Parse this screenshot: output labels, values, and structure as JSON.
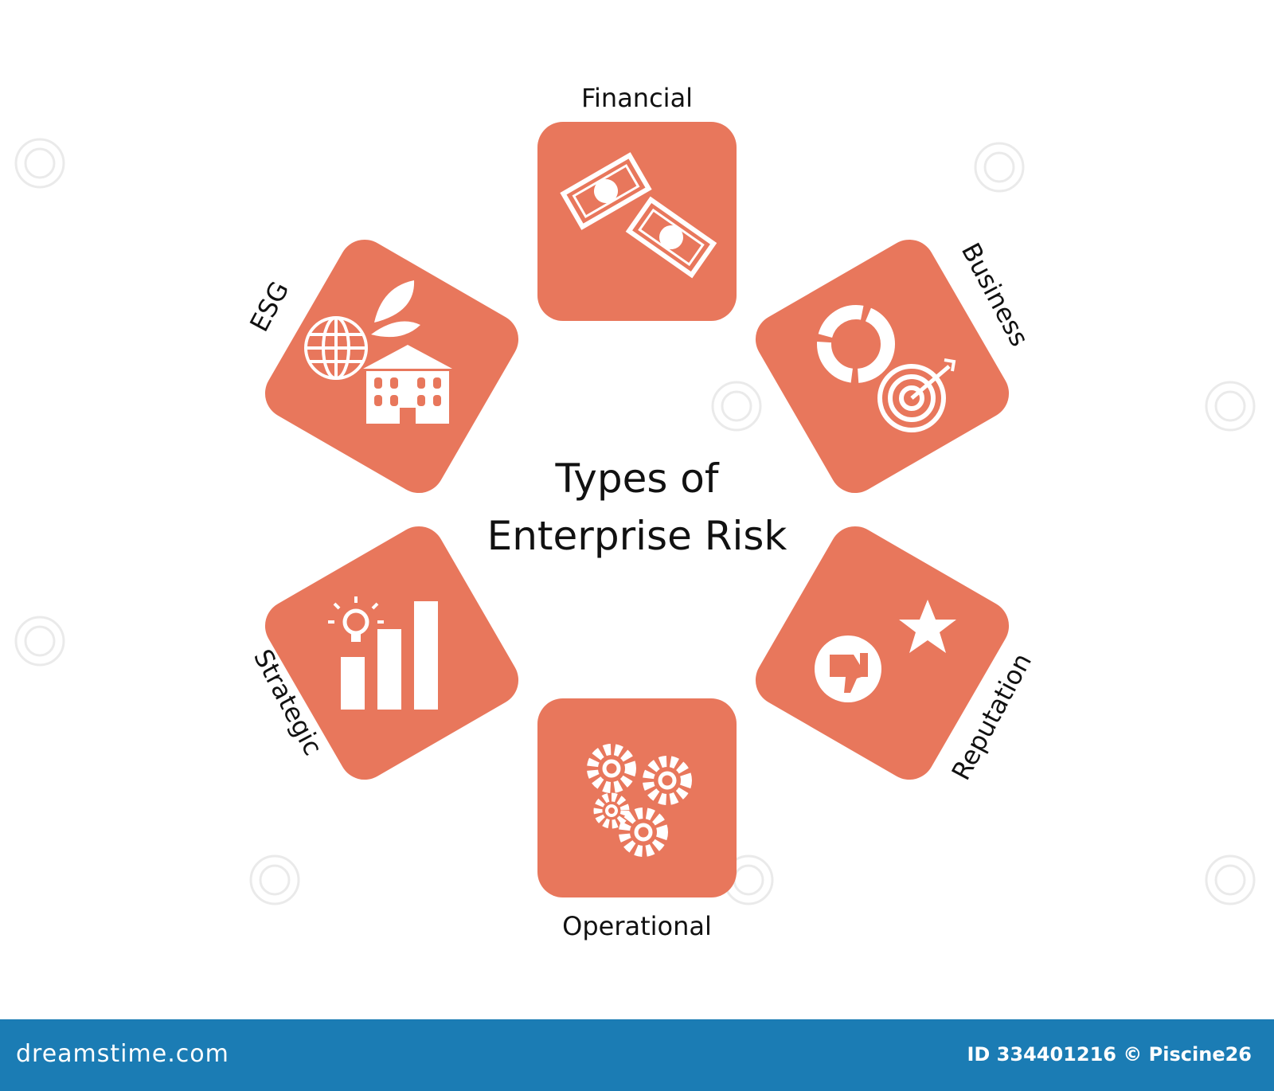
{
  "diagram": {
    "title_line1": "Types of",
    "title_line2": "Enterprise Risk",
    "colors": {
      "tile": "#e8775c",
      "icon": "#ffffff",
      "text": "#111111",
      "footer": "#1b7cb4"
    },
    "items": [
      {
        "label": "Financial",
        "icon": "money-bills-icon"
      },
      {
        "label": "Business",
        "icon": "donut-chart-target-icon"
      },
      {
        "label": "Reputation",
        "icon": "thumbs-down-star-icon"
      },
      {
        "label": "Operational",
        "icon": "gears-icon"
      },
      {
        "label": "Strategic",
        "icon": "lightbulb-bar-chart-icon"
      },
      {
        "label": "ESG",
        "icon": "globe-leaf-building-icon"
      }
    ]
  },
  "footer": {
    "site": "dreamstime.com",
    "credit": "ID 334401216 © Piscine26"
  }
}
